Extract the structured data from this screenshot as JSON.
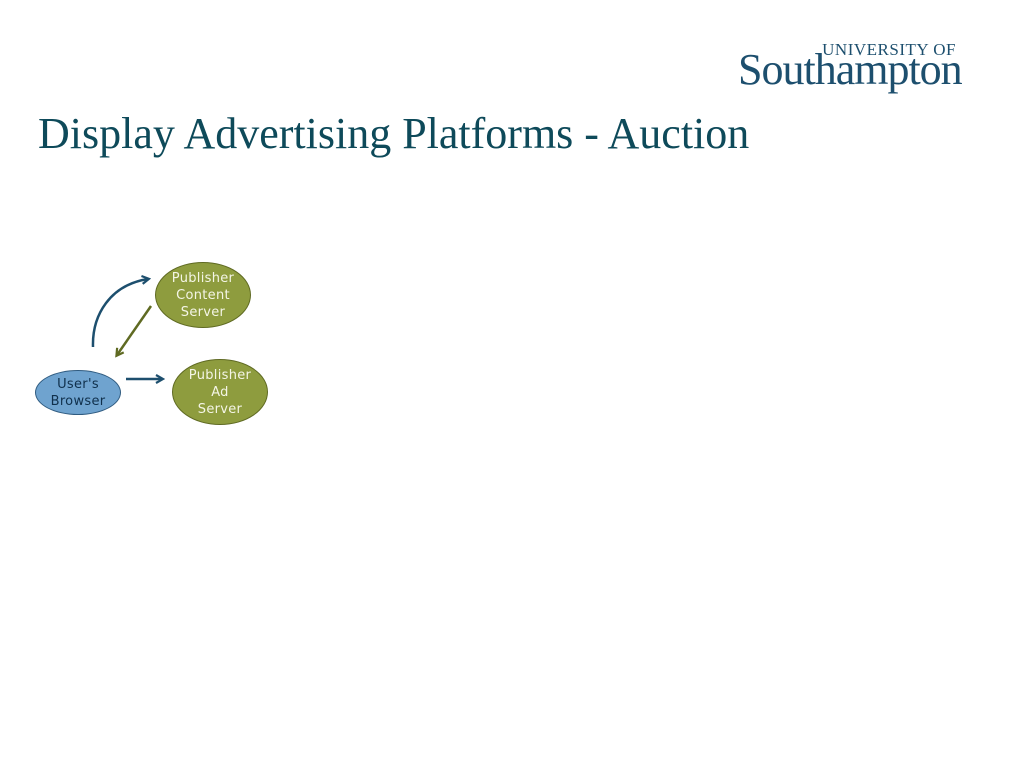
{
  "logo": {
    "top_text": "UNIVERSITY OF",
    "main_text": "Southampton"
  },
  "slide": {
    "title": "Display Advertising Platforms - Auction"
  },
  "diagram": {
    "nodes": {
      "publisher_content_server": "Publisher\nContent\nServer",
      "publisher_ad_server": "Publisher\nAd\nServer",
      "users_browser": "User's\nBrowser"
    },
    "colors": {
      "server_fill": "#8e9c3e",
      "browser_fill": "#6fa3cf",
      "request_arrow": "#1d4f6e",
      "response_arrow": "#5f6a22"
    }
  }
}
